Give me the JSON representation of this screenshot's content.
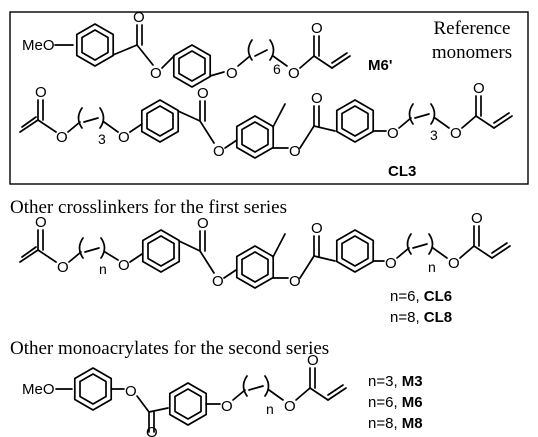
{
  "reference_box": {
    "title_line1": "Reference",
    "title_line2": "monomers",
    "m6prime": {
      "methoxy": "MeO",
      "ester_o1": "O",
      "ester_o2": "O",
      "ether_o": "O",
      "subscript": "6",
      "acryl_o1": "O",
      "acryl_o2": "O",
      "label": "M6'"
    },
    "cl3": {
      "acryl_o1": "O",
      "acryl_o2": "O",
      "ether_o1": "O",
      "subscript_left": "3",
      "ester1_o1": "O",
      "ester1_o2": "O",
      "ester2_o1": "O",
      "ester2_o2": "O",
      "ether_o2": "O",
      "subscript_right": "3",
      "acryl2_o1": "O",
      "acryl2_o2": "O",
      "label": "CL3"
    }
  },
  "section2": {
    "heading": "Other crosslinkers for the first series",
    "mol": {
      "acryl_o1": "O",
      "acryl_o2": "O",
      "ether_o1": "O",
      "subscript_left": "n",
      "ester1_o1": "O",
      "ester1_o2": "O",
      "ester2_o1": "O",
      "ester2_o2": "O",
      "ether_o2": "O",
      "subscript_right": "n",
      "acryl2_o1": "O",
      "acryl2_o2": "O"
    },
    "variants": [
      {
        "prefix": "n=6, ",
        "name": "CL6"
      },
      {
        "prefix": "n=8, ",
        "name": "CL8"
      }
    ]
  },
  "section3": {
    "heading": "Other monoacrylates for the second series",
    "mol": {
      "methoxy": "MeO",
      "ester_o1": "O",
      "ester_o2": "O",
      "ether_o": "O",
      "subscript": "n",
      "acryl_o1": "O",
      "acryl_o2": "O"
    },
    "variants": [
      {
        "prefix": "n=3, ",
        "name": "M3"
      },
      {
        "prefix": "n=6, ",
        "name": "M6"
      },
      {
        "prefix": "n=8, ",
        "name": "M8"
      }
    ]
  }
}
